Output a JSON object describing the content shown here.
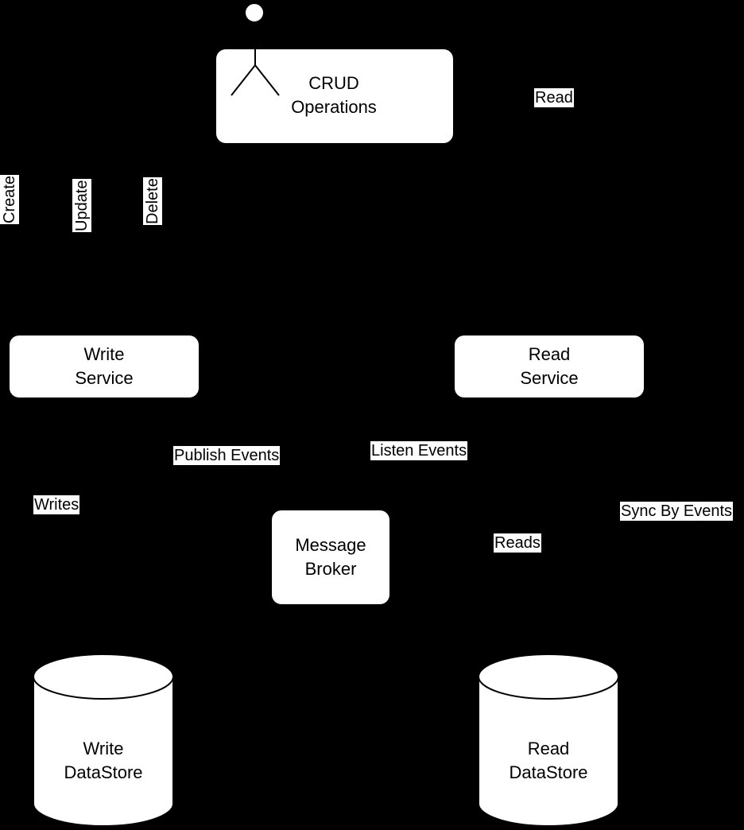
{
  "colors": {
    "background": "#000000",
    "node_fill": "#ffffff",
    "text": "#000000"
  },
  "nodes": {
    "crud": {
      "line1": "CRUD",
      "line2": "Operations",
      "icon": "actor-stick-figure-icon"
    },
    "write_service": {
      "line1": "Write",
      "line2": "Service"
    },
    "read_service": {
      "line1": "Read",
      "line2": "Service"
    },
    "message_broker": {
      "line1": "Message",
      "line2": "Broker"
    },
    "write_datastore": {
      "line1": "Write",
      "line2": "DataStore"
    },
    "read_datastore": {
      "line1": "Read",
      "line2": "DataStore"
    }
  },
  "edge_labels": {
    "create": "Create",
    "update": "Update",
    "delete": "Delete",
    "read": "Read",
    "publish_events": "Publish Events",
    "listen_events": "Listen Events",
    "writes": "Writes",
    "reads": "Reads",
    "sync_by_events": "Sync By Events"
  }
}
